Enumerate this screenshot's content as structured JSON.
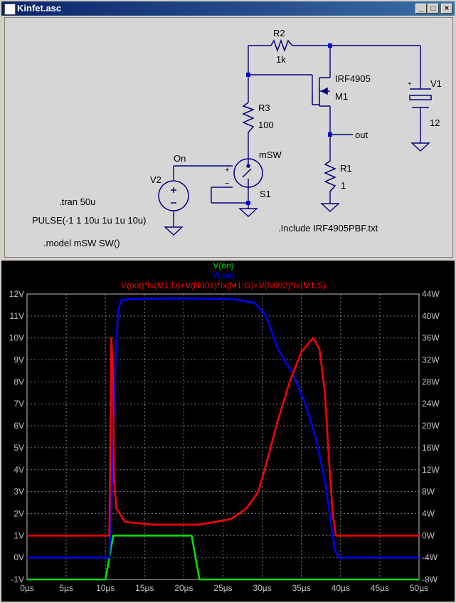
{
  "window": {
    "title": "Kinfet.asc",
    "minimize": "_",
    "maximize": "□",
    "close": "×"
  },
  "schematic": {
    "r2_name": "R2",
    "r2_value": "1k",
    "m1_model": "IRF4905",
    "m1_name": "M1",
    "v1_name": "V1",
    "v1_value": "12",
    "v1_plus": "+",
    "r3_name": "R3",
    "r3_value": "100",
    "out_label": "out",
    "on_label": "On",
    "msw_label": "mSW",
    "v2_name": "V2",
    "s1_name": "S1",
    "r1_name": "R1",
    "r1_value": "1",
    "sw_plus": "+",
    "sw_minus": "−",
    "tran": ".tran 50u",
    "pulse": "PULSE(-1 1 10u 1u 1u 10u)",
    "model": ".model mSW SW()",
    "include": ".Include IRF4905PBF.txt"
  },
  "chart_data": {
    "type": "line",
    "legend": [
      "V(on)",
      "V(out)",
      "V(out)*Ix(M1:D)+V(N001)*Ix(M1:G)+V(N002)*Ix(M1:S)"
    ],
    "xlim": [
      0,
      50
    ],
    "ylim_left": [
      -1,
      12
    ],
    "ylim_right": [
      -8,
      44
    ],
    "x_ticks": [
      "0µs",
      "5µs",
      "10µs",
      "15µs",
      "20µs",
      "25µs",
      "30µs",
      "35µs",
      "40µs",
      "45µs",
      "50µs"
    ],
    "y_left_ticks": [
      "-1V",
      "0V",
      "1V",
      "2V",
      "3V",
      "4V",
      "5V",
      "6V",
      "7V",
      "8V",
      "9V",
      "10V",
      "11V",
      "12V"
    ],
    "y_right_ticks": [
      "-8W",
      "-4W",
      "0W",
      "4W",
      "8W",
      "12W",
      "16W",
      "20W",
      "24W",
      "28W",
      "32W",
      "36W",
      "40W",
      "44W"
    ],
    "colors": {
      "on": "#00e000",
      "out": "#0000ff",
      "power": "#ff0000",
      "grid": "#808080",
      "text": "#c0c0c0"
    },
    "series": [
      {
        "name": "V(on)",
        "axis": "left",
        "points": [
          [
            0,
            -1
          ],
          [
            10,
            -1
          ],
          [
            11,
            1
          ],
          [
            21,
            1
          ],
          [
            22,
            -1
          ],
          [
            50,
            -1
          ]
        ]
      },
      {
        "name": "V(out)",
        "axis": "left",
        "points": [
          [
            0,
            0
          ],
          [
            10.5,
            0
          ],
          [
            10.9,
            4
          ],
          [
            11.3,
            9
          ],
          [
            11.6,
            11.2
          ],
          [
            12,
            11.7
          ],
          [
            13,
            11.78
          ],
          [
            20,
            11.8
          ],
          [
            26,
            11.78
          ],
          [
            29,
            11.6
          ],
          [
            30.5,
            11.0
          ],
          [
            32,
            9.5
          ],
          [
            34,
            8.3
          ],
          [
            35.5,
            7.0
          ],
          [
            36.8,
            5.5
          ],
          [
            38,
            3.5
          ],
          [
            38.8,
            1.5
          ],
          [
            39.3,
            0.3
          ],
          [
            39.8,
            0
          ],
          [
            50,
            0
          ]
        ]
      },
      {
        "name": "V(out)*Ix(M1:D)+V(N001)*Ix(M1:G)+V(N002)*Ix(M1:S)",
        "axis": "right",
        "points": [
          [
            0,
            0
          ],
          [
            10.5,
            0
          ],
          [
            10.75,
            36
          ],
          [
            10.95,
            30
          ],
          [
            11.1,
            10
          ],
          [
            11.4,
            5
          ],
          [
            12.5,
            2.5
          ],
          [
            16,
            2
          ],
          [
            22,
            2
          ],
          [
            26,
            3
          ],
          [
            28,
            5
          ],
          [
            29.5,
            8
          ],
          [
            30.5,
            13
          ],
          [
            32,
            21
          ],
          [
            33.5,
            28
          ],
          [
            35,
            33.5
          ],
          [
            36.5,
            36
          ],
          [
            37.3,
            34
          ],
          [
            38,
            26
          ],
          [
            38.5,
            14
          ],
          [
            39,
            4
          ],
          [
            39.4,
            0
          ],
          [
            50,
            0
          ]
        ]
      }
    ]
  }
}
